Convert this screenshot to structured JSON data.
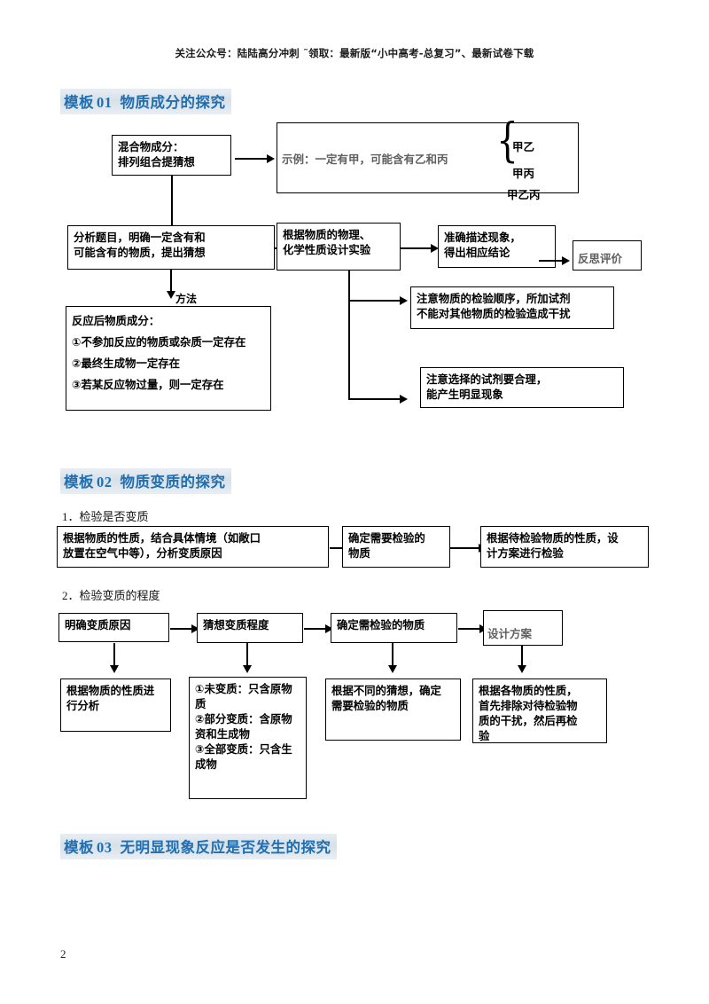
{
  "header": {
    "text": "关注公众号：陆陆高分冲刺  ˜领取：最新版“小中高考-总复习”、最新试卷下载"
  },
  "page_number": "2",
  "sections": [
    {
      "label": "模板",
      "number": "01",
      "title": "物质成分的探究"
    },
    {
      "label": "模板",
      "number": "02",
      "title": "物质变质的探究"
    },
    {
      "label": "模板",
      "number": "03",
      "title": "无明显现象反应是否发生的探究"
    }
  ],
  "flow1": {
    "mixture_box": {
      "line1": "混合物成分：",
      "line2": "排列组合提猜想"
    },
    "example_box": {
      "text": "示例：一定有甲，可能含有乙和丙",
      "options": [
        "甲乙",
        "甲丙",
        "甲乙丙"
      ]
    },
    "analyze_box": {
      "line1": "分析题目，明确一定含有和",
      "line2": "可能含有的物质，提出猜想"
    },
    "design_box": {
      "line1": "根据物质的物理、",
      "line2": "化学性质设计实验"
    },
    "describe_box": {
      "line1": "准确描述现象，",
      "line2": "得出相应结论"
    },
    "review_box": {
      "text": "反思评价"
    },
    "method_label": "方法",
    "after_reaction_box": {
      "line1": "反应后物质成分：",
      "line2": "①不参加反应的物质或杂质一定存在",
      "line3": "②最终生成物一定存在",
      "line4": "③若某反应物过量，则一定存在"
    },
    "note1_box": {
      "line1": "注意物质的检验顺序，所加试剂",
      "line2": "不能对其他物质的检验造成干扰"
    },
    "note2_box": {
      "line1": "注意选择的试剂要合理，",
      "line2": "能产生明显现象"
    }
  },
  "flow2": {
    "sub1_heading": "1．检验是否变质",
    "sub2_heading": "2．检验变质的程度",
    "row1": {
      "box1": {
        "line1": "根据物质的性质，结合具体情境（如敞口",
        "line2": "放置在空气中等），分析变质原因"
      },
      "box2": {
        "line1": "确定需要检验的",
        "line2": "物质"
      },
      "box3": {
        "line1": "根据待检验物质的性质，设",
        "line2": "计方案进行检验"
      }
    },
    "row2": {
      "box1": {
        "text": "明确变质原因"
      },
      "box2": {
        "text": "猜想变质程度"
      },
      "box3": {
        "text": "确定需检验的物质"
      },
      "box4": {
        "text": "设计方案"
      }
    },
    "row3": {
      "box1": {
        "line1": "根据物质的性质进",
        "line2": "行分析"
      },
      "box2": {
        "line1": "①未变质：只含原物",
        "line2": "质",
        "line3": "②部分变质：含原物",
        "line4": "资和生成物",
        "line5": "③全部变质：只含生",
        "line6": "成物"
      },
      "box3": {
        "line1": "根据不同的猜想，确定",
        "line2": "需要检验的物质"
      },
      "box4": {
        "line1": "根据各物质的性质，",
        "line2": "首先排除对待检验物",
        "line3": "质的干扰，然后再检",
        "line4": "验"
      }
    }
  }
}
